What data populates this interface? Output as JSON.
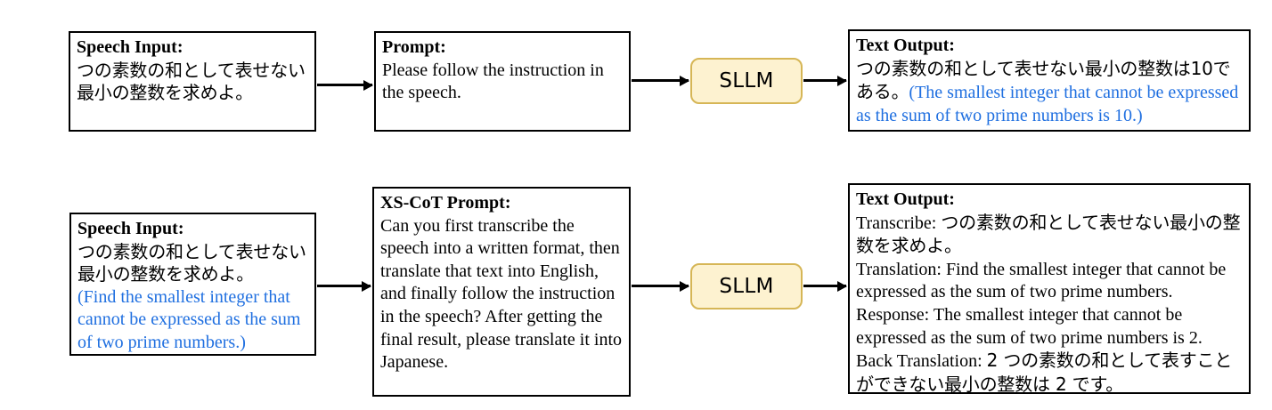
{
  "diagram": {
    "title": "XS-CoT prompting pipeline comparison",
    "colors": {
      "box_border": "#000000",
      "box_background": "#ffffff",
      "text": "#000000",
      "translation_text": "#1f6fe0",
      "model_fill": "#fdf2d0",
      "model_border": "#d6b656",
      "arrow": "#000000"
    }
  },
  "top_row": {
    "speech_input": {
      "header": "Speech Input:",
      "japanese": "つの素数の和として表せない最小の整数を求めよ。"
    },
    "prompt": {
      "header": "Prompt:",
      "text": "Please follow the instruction in the speech."
    },
    "model": {
      "label": "SLLM"
    },
    "text_output": {
      "header": "Text Output:",
      "japanese": "つの素数の和として表せない最小の整数は10である。",
      "translation": "(The smallest integer that cannot be expressed as the sum of two prime numbers is 10.)"
    },
    "arrows": {
      "speech_to_prompt": "arrow-right",
      "prompt_to_model": "arrow-right",
      "model_to_output": "arrow-right"
    }
  },
  "bottom_row": {
    "speech_input": {
      "header": "Speech Input:",
      "japanese": "つの素数の和として表せない最小の整数を求めよ。",
      "translation": "(Find the smallest integer that cannot be expressed as the sum of two prime numbers.)"
    },
    "prompt": {
      "header": "XS-CoT Prompt:",
      "text": "Can you first transcribe the speech into a written format, then translate that text into English, and finally follow the instruction in the speech? After getting the final result, please translate it into Japanese."
    },
    "model": {
      "label": "SLLM"
    },
    "text_output": {
      "header": "Text Output:",
      "transcribe_label": "Transcribe:",
      "transcribe_value": "つの素数の和として表せない最小の整数を求めよ。",
      "translation_label": "Translation:",
      "translation_value": "Find the smallest integer that cannot be expressed as the sum of two prime numbers.",
      "response_label": "Response:",
      "response_value": "The smallest integer that cannot be expressed as the sum of two prime numbers is 2.",
      "back_translation_label": "Back Translation:",
      "back_translation_value": "2 つの素数の和として表すことができない最小の整数は 2 です。"
    },
    "arrows": {
      "speech_to_prompt": "arrow-right",
      "prompt_to_model": "arrow-right",
      "model_to_output": "arrow-right"
    }
  }
}
